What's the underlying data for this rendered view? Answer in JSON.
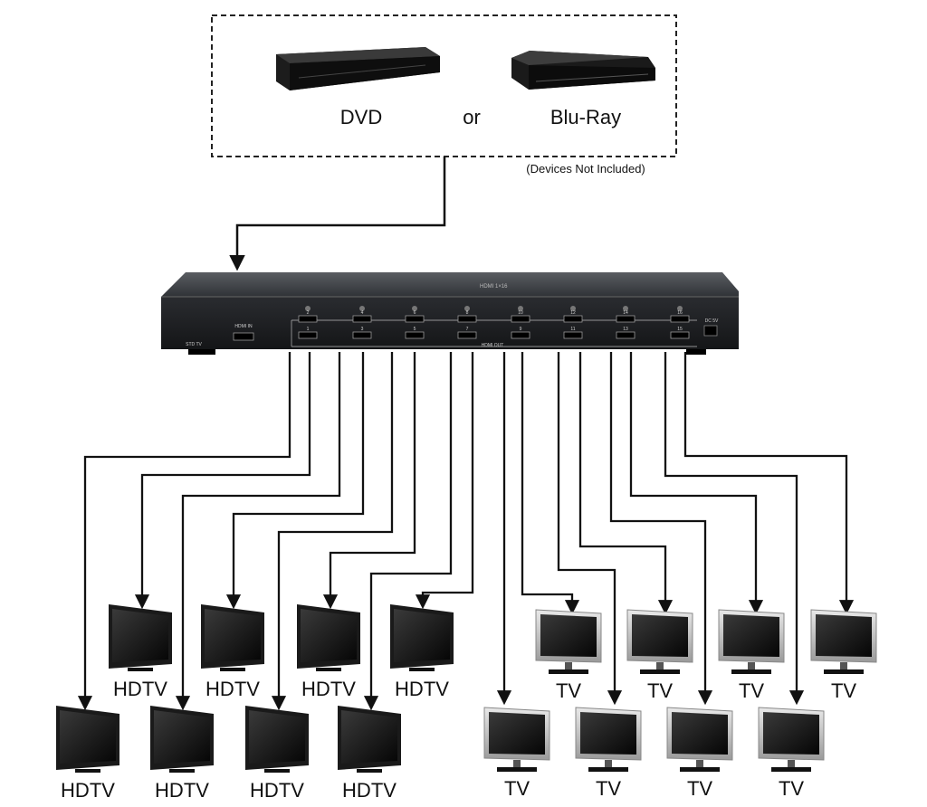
{
  "source": {
    "dvd_label": "DVD",
    "or_label": "or",
    "bluray_label": "Blu-Ray",
    "note": "(Devices Not Included)"
  },
  "splitter": {
    "hdmi_in_label": "HDMI IN",
    "hdmi_out_label": "HDMI OUT",
    "dc_label": "DC 5V",
    "std_tv_label": "STD TV",
    "port_numbers_top": [
      "2",
      "4",
      "6",
      "8",
      "10",
      "12",
      "14",
      "16"
    ],
    "port_numbers_bottom": [
      "1",
      "3",
      "5",
      "7",
      "9",
      "11",
      "13",
      "15"
    ]
  },
  "displays": {
    "hdtv_label": "HDTV",
    "tv_label": "TV",
    "hdtv_count": 8,
    "tv_count": 8
  }
}
